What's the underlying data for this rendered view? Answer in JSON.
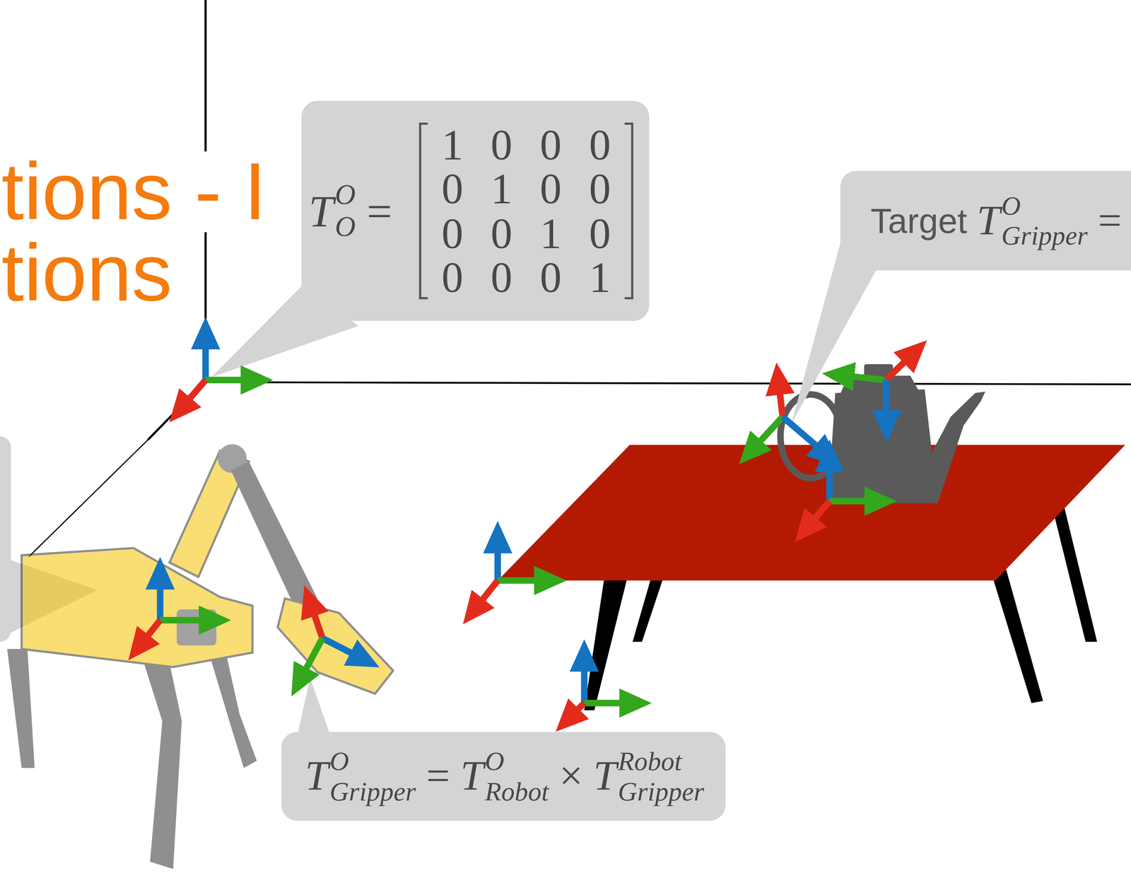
{
  "diagram": {
    "nodes": [
      {
        "text": [
          "T",
          "O",
          "O",
          "=",
          "1",
          "0",
          "0",
          "0",
          "0",
          "1",
          "0",
          "0",
          "0",
          "0",
          "1",
          "0",
          "0",
          "0",
          "0",
          "1"
        ]
      },
      {
        "text": [
          "Target",
          "T",
          "O",
          "Gripper",
          "="
        ]
      },
      {
        "text": [
          "T",
          "O",
          "Gripper",
          "=",
          "T",
          "O",
          "Robot",
          "×",
          "T",
          "Robot",
          "Gripper"
        ]
      }
    ],
    "labels": [
      "tions - I",
      "tions"
    ]
  }
}
